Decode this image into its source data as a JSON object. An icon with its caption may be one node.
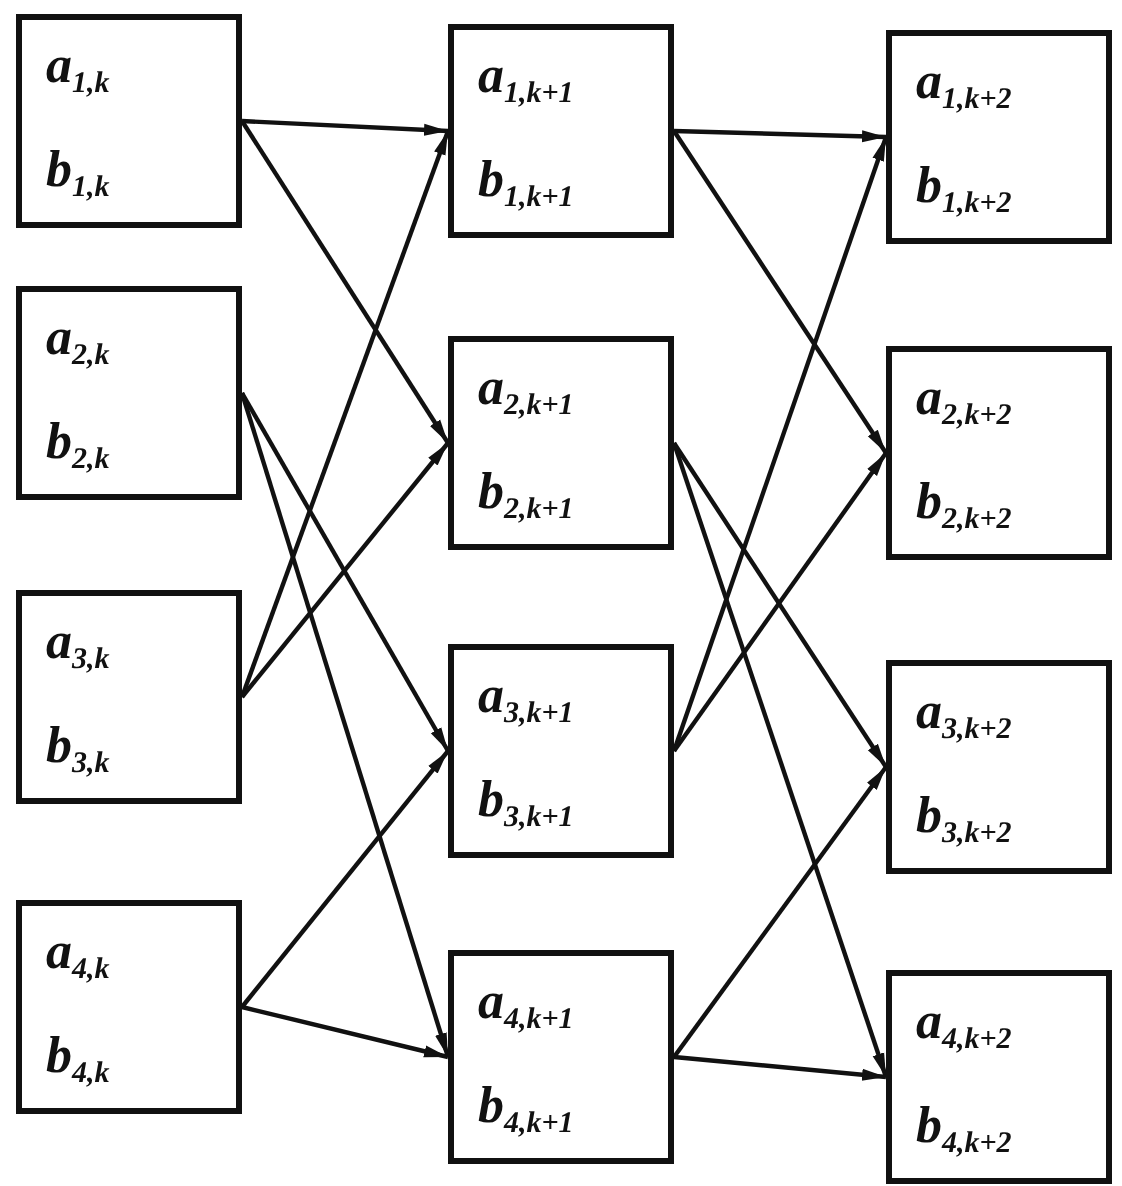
{
  "diagram": {
    "nodes": [
      {
        "text": [
          "a$_{1,k}$",
          "b$_{1,k}$"
        ]
      },
      {
        "text": [
          "a$_{2,k}$",
          "b$_{2,k}$"
        ]
      },
      {
        "text": [
          "a$_{3,k}$",
          "b$_{3,k}$"
        ]
      },
      {
        "text": [
          "a$_{4,k}$",
          "b$_{4,k}$"
        ]
      },
      {
        "text": [
          "a$_{1,k+1}$",
          "b$_{1,k+1}$"
        ]
      },
      {
        "text": [
          "a$_{2,k+1}$",
          "b$_{2,k+1}$"
        ]
      },
      {
        "text": [
          "a$_{3,k+1}$",
          "b$_{3,k+1}$"
        ]
      },
      {
        "text": [
          "a$_{4,k+1}$",
          "b$_{4,k+1}$"
        ]
      },
      {
        "text": [
          "a$_{1,k+2}$",
          "b$_{1,k+2}$"
        ]
      },
      {
        "text": [
          "a$_{2,k+2}$",
          "b$_{2,k+2}$"
        ]
      },
      {
        "text": [
          "a$_{3,k+2}$",
          "b$_{3,k+2}$"
        ]
      },
      {
        "text": [
          "a$_{4,k+2}$",
          "b$_{4,k+2}$"
        ]
      }
    ],
    "edges": [
      {
        "from": 0,
        "to": 4,
        "arrow": "to"
      },
      {
        "from": 0,
        "to": 5,
        "arrow": "to"
      },
      {
        "from": 1,
        "to": 6,
        "arrow": "to"
      },
      {
        "from": 1,
        "to": 7,
        "arrow": "to"
      },
      {
        "from": 2,
        "to": 4,
        "arrow": "to"
      },
      {
        "from": 2,
        "to": 5,
        "arrow": "to"
      },
      {
        "from": 3,
        "to": 6,
        "arrow": "to"
      },
      {
        "from": 3,
        "to": 7,
        "arrow": "to"
      },
      {
        "from": 4,
        "to": 8,
        "arrow": "to"
      },
      {
        "from": 4,
        "to": 9,
        "arrow": "to"
      },
      {
        "from": 5,
        "to": 10,
        "arrow": "to"
      },
      {
        "from": 5,
        "to": 11,
        "arrow": "to"
      },
      {
        "from": 6,
        "to": 8,
        "arrow": "to"
      },
      {
        "from": 6,
        "to": 9,
        "arrow": "to"
      },
      {
        "from": 7,
        "to": 10,
        "arrow": "to"
      },
      {
        "from": 7,
        "to": 11,
        "arrow": "to"
      }
    ]
  }
}
